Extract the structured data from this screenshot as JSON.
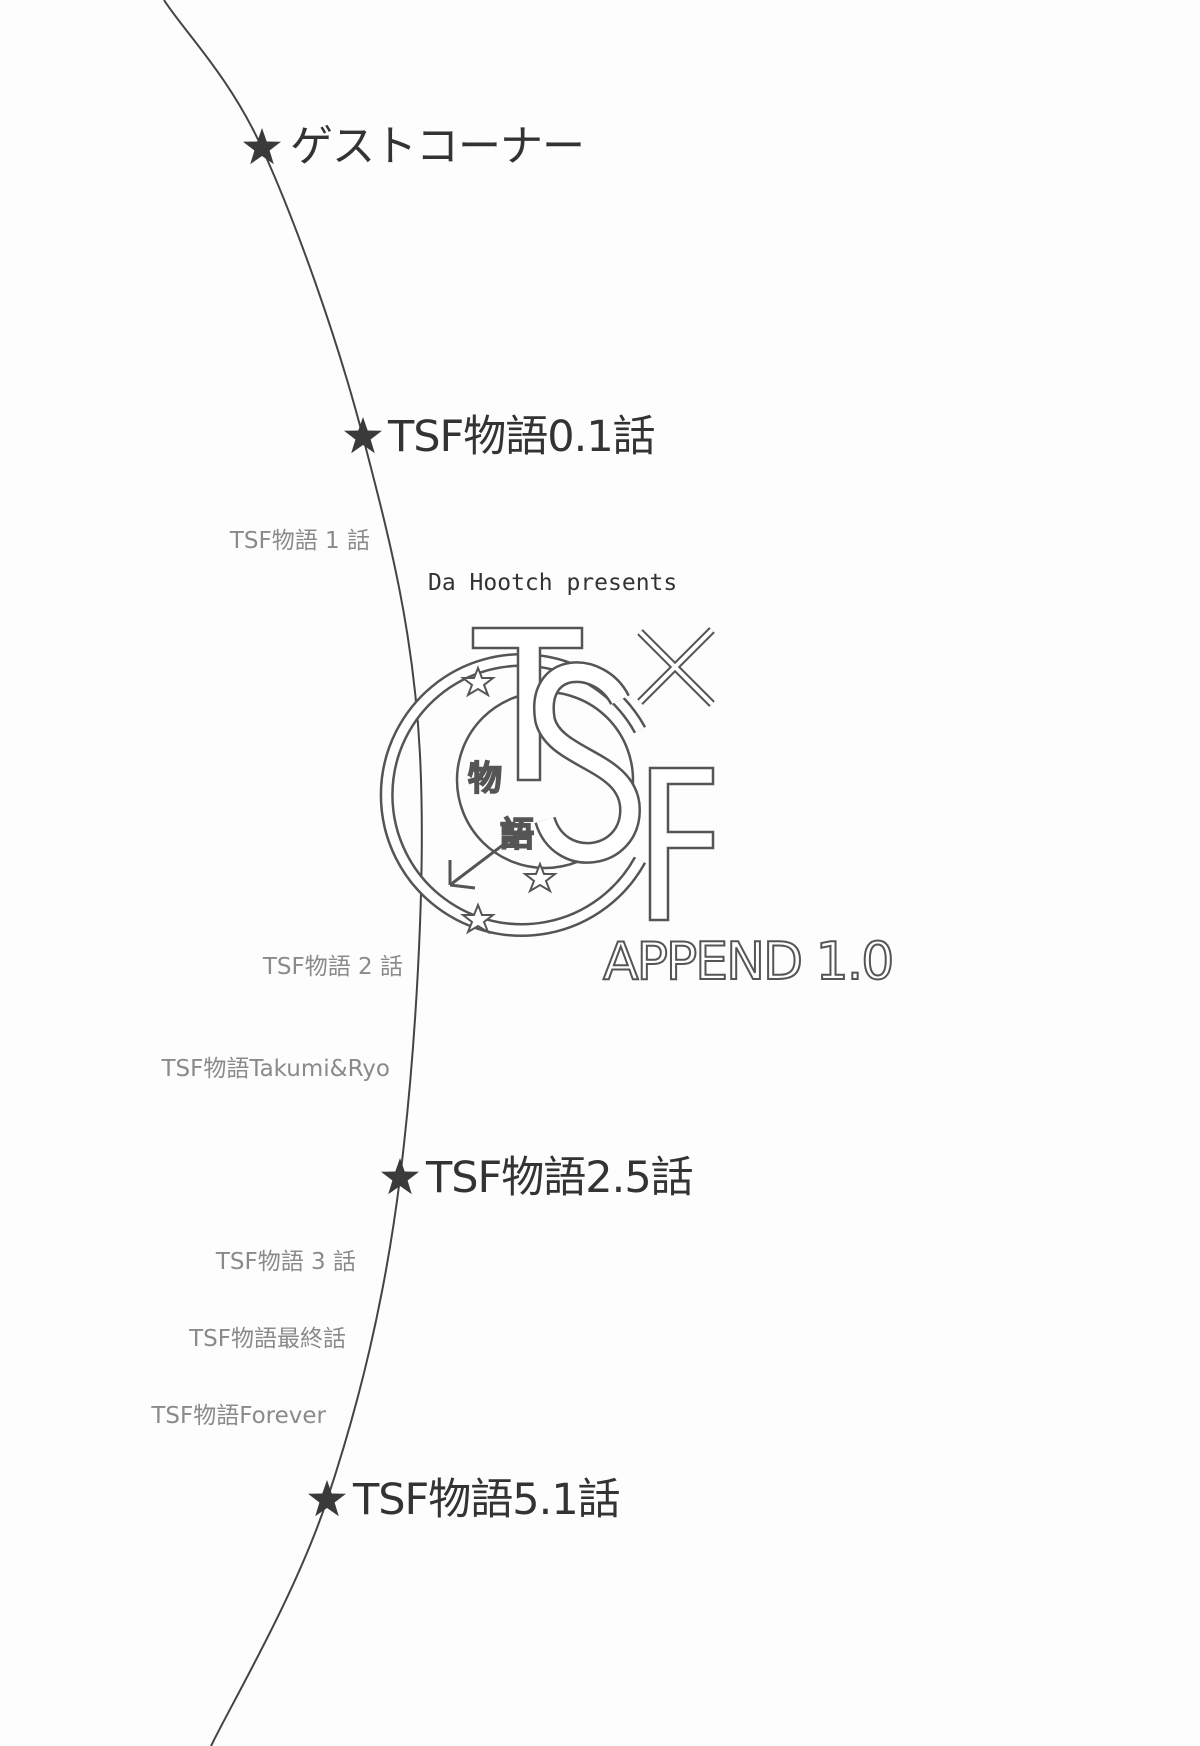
{
  "major_entries": [
    {
      "label": "ゲストコーナー"
    },
    {
      "label": "TSF物語0.1話"
    },
    {
      "label": "TSF物語2.5話"
    },
    {
      "label": "TSF物語5.1話"
    }
  ],
  "minor_entries": [
    {
      "label": "TSF物語 1 話"
    },
    {
      "label": "TSF物語 2 話"
    },
    {
      "label": "TSF物語Takumi&Ryo"
    },
    {
      "label": "TSF物語 3 話"
    },
    {
      "label": "TSF物語最終話"
    },
    {
      "label": "TSF物語Forever"
    }
  ],
  "title_block": {
    "presents": "Da Hootch presents",
    "logo_text": "TSF物語",
    "subtitle": "APPEND 1.0"
  },
  "colors": {
    "line": "#444444",
    "star": "#3a3a3a",
    "major_text": "#333333",
    "minor_text": "#8a8a8a"
  }
}
